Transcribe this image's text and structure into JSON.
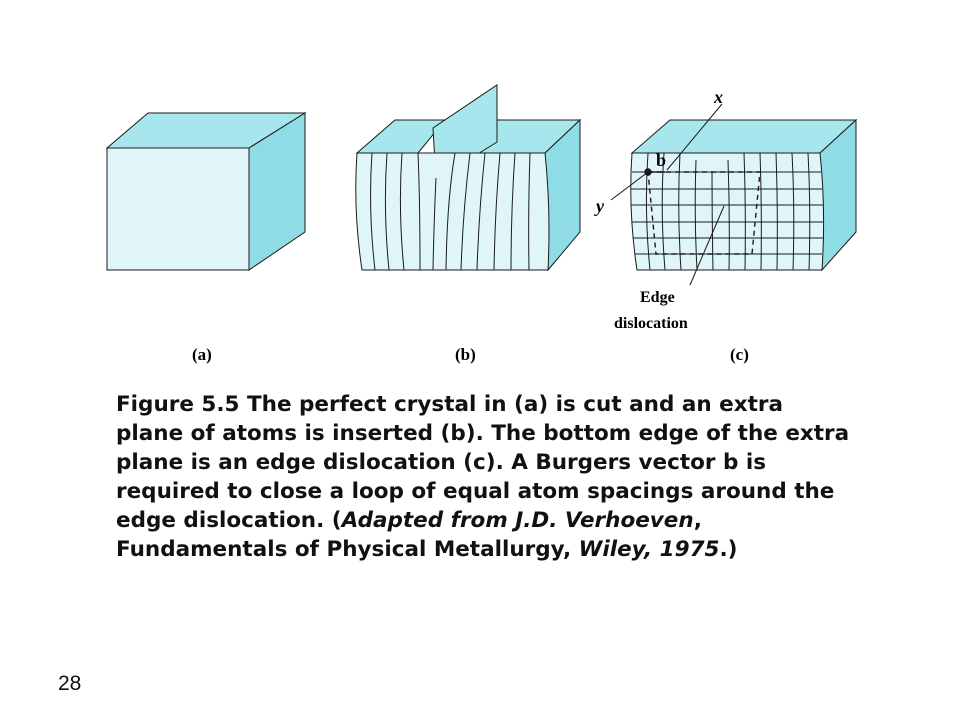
{
  "diagram": {
    "panels": [
      {
        "label": "(a)"
      },
      {
        "label": "(b)"
      },
      {
        "label": "(c)"
      }
    ],
    "annotations": {
      "x": "x",
      "y": "y",
      "b": "b",
      "edge_line1": "Edge",
      "edge_line2": "dislocation"
    },
    "colors": {
      "front": "#dff5f8",
      "top": "#a8e6ee",
      "side": "#8fdce6",
      "outline": "#1a1a1a"
    }
  },
  "caption": {
    "p1": "Figure 5.5 The perfect crystal in (a) is cut and an extra plane of atoms is inserted (b). The bottom edge of the extra plane is an edge dislocation (c). A Burgers vector b is required to close a loop of equal atom spacings around the edge dislocation. (",
    "italic1": "Adapted from J.D. Verhoeven",
    "p2": ", Fundamentals of Physical Metallurgy, ",
    "italic2": "Wiley, 1975",
    "p3": ".)"
  },
  "page_number": "28"
}
